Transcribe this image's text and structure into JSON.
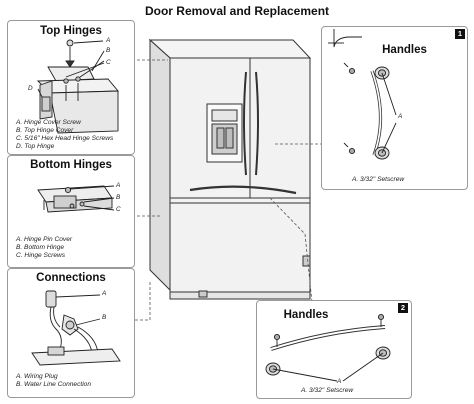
{
  "title": "Door Removal and Replacement",
  "top_hinges": {
    "title": "Top Hinges",
    "markers": [
      "A",
      "B",
      "C",
      "D"
    ],
    "captions": [
      "A. Hinge Cover Screw",
      "B. Top Hinge Cover",
      "C. 5/16\" Hex Head Hinge Screws",
      "D. Top Hinge"
    ]
  },
  "bottom_hinges": {
    "title": "Bottom Hinges",
    "markers": [
      "A",
      "B",
      "C"
    ],
    "captions": [
      "A. Hinge Pin Cover",
      "B. Bottom Hinge",
      "C. Hinge Screws"
    ]
  },
  "connections": {
    "title": "Connections",
    "markers": [
      "A",
      "B"
    ],
    "captions": [
      "A. Wiring Plug",
      "B. Water Line Connection"
    ]
  },
  "handles_1": {
    "badge": "1",
    "title": "Handles",
    "marker": "A",
    "caption": "A. 3/32\" Setscrew"
  },
  "handles_2": {
    "badge": "2",
    "title": "Handles",
    "marker": "A",
    "caption": "A. 3/32\" Setscrew"
  }
}
